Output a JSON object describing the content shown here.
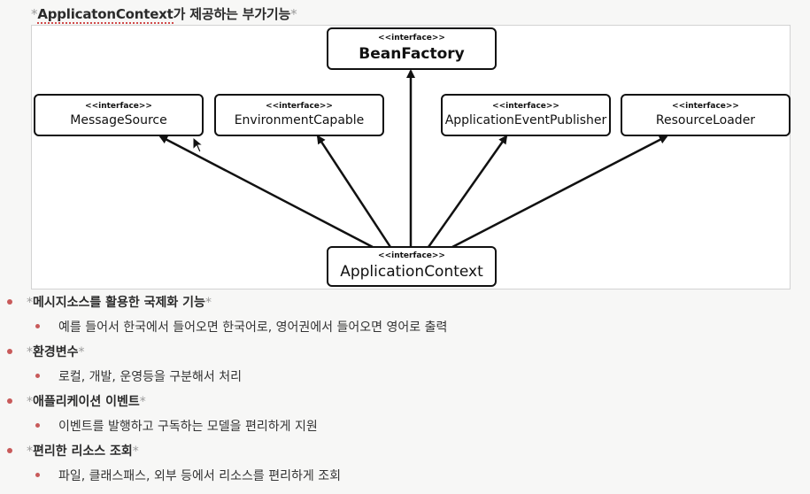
{
  "title": {
    "star_left": "*",
    "text": "ApplicatonContext",
    "suffix": "가 제공하는 부가기능",
    "star_right": "*"
  },
  "diagram": {
    "nodes": [
      {
        "id": "bean-factory",
        "stereotype": "<<interface>>",
        "name": "BeanFactory"
      },
      {
        "id": "message-source",
        "stereotype": "<<interface>>",
        "name": "MessageSource"
      },
      {
        "id": "environment-capable",
        "stereotype": "<<interface>>",
        "name": "EnvironmentCapable"
      },
      {
        "id": "application-event-publisher",
        "stereotype": "<<interface>>",
        "name": "ApplicationEventPublisher"
      },
      {
        "id": "resource-loader",
        "stereotype": "<<interface>>",
        "name": "ResourceLoader"
      },
      {
        "id": "application-context",
        "stereotype": "<<interface>>",
        "name": "ApplicationContext"
      }
    ],
    "edges": [
      {
        "from": "application-context",
        "to": "bean-factory"
      },
      {
        "from": "application-context",
        "to": "message-source"
      },
      {
        "from": "application-context",
        "to": "environment-capable"
      },
      {
        "from": "application-context",
        "to": "application-event-publisher"
      },
      {
        "from": "application-context",
        "to": "resource-loader"
      }
    ]
  },
  "list": [
    {
      "heading": "메시지소스를 활용한 국제화 기능",
      "detail": "예를 들어서 한국에서 들어오면 한국어로, 영어권에서 들어오면 영어로 출력"
    },
    {
      "heading": "환경변수",
      "detail": "로컬, 개발, 운영등을 구분해서 처리"
    },
    {
      "heading": "애플리케이션 이벤트",
      "detail": "이벤트를 발행하고 구독하는 모델을 편리하게 지원"
    },
    {
      "heading": "편리한 리소스 조회",
      "detail": "파일, 클래스패스, 외부 등에서 리소스를 편리하게 조회"
    }
  ],
  "colors": {
    "bullet": "#c85a5a",
    "underline": "#d04a4a",
    "star": "#9a9a9a"
  }
}
